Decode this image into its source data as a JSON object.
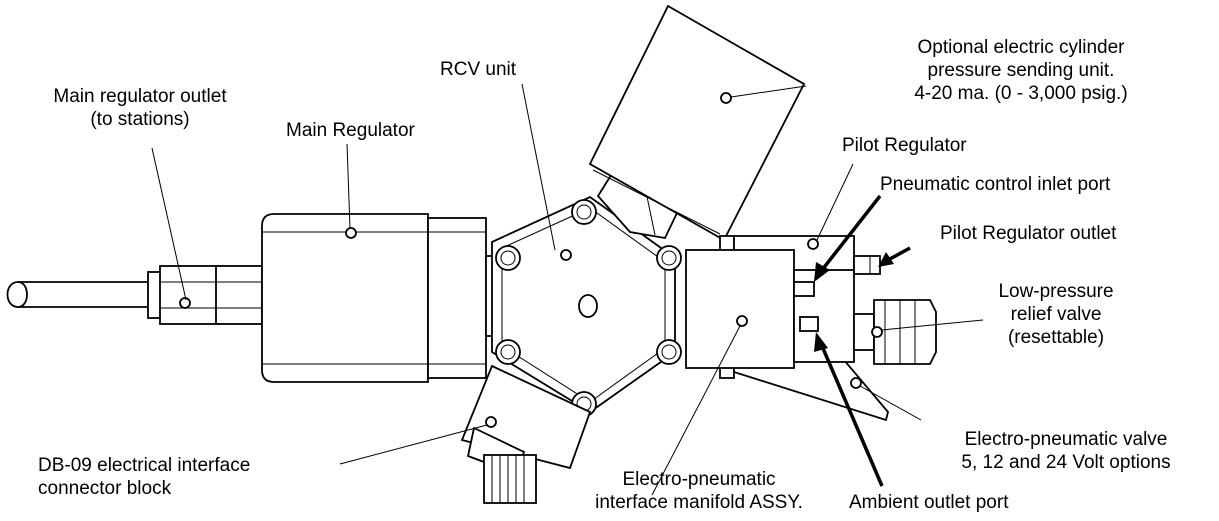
{
  "labels": {
    "rcv_unit": [
      "RCV unit"
    ],
    "optional_sensor": [
      "Optional electric cylinder",
      "pressure sending unit.",
      "4-20 ma. (0 - 3,000 psig.)"
    ],
    "main_outlet": [
      "Main regulator outlet",
      "(to stations)"
    ],
    "main_regulator": [
      "Main Regulator"
    ],
    "pilot_regulator": [
      "Pilot Regulator"
    ],
    "pneumatic_inlet": [
      "Pneumatic control inlet port"
    ],
    "pilot_outlet": [
      "Pilot Regulator outlet"
    ],
    "relief_valve": [
      "Low-pressure",
      "relief valve",
      "(resettable)"
    ],
    "ep_valve": [
      "Electro-pneumatic valve",
      "5, 12 and 24 Volt options"
    ],
    "db09": [
      "DB-09 electrical interface",
      "connector block"
    ],
    "manifold": [
      "Electro-pneumatic",
      "interface manifold  ASSY."
    ],
    "ambient": [
      "Ambient outlet port"
    ]
  }
}
